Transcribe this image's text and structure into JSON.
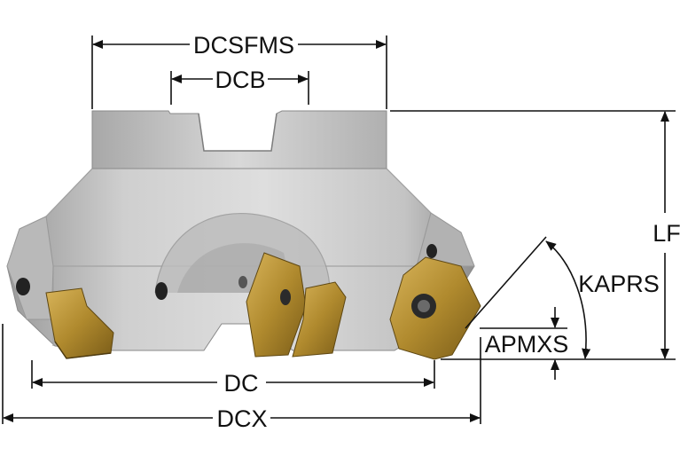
{
  "labels": {
    "dcsfms": "DCSFMS",
    "dcb": "DCB",
    "lf": "LF",
    "kaprs": "KAPRS",
    "apmxs": "APMXS",
    "dc": "DC",
    "dcx": "DCX"
  },
  "colors": {
    "body_light": "#d7d7d7",
    "body_mid": "#b5b5b5",
    "body_dark": "#8c8c8c",
    "insert_gold": "#b08a2e",
    "insert_dark": "#6f5517",
    "dimension_line": "#111111"
  }
}
